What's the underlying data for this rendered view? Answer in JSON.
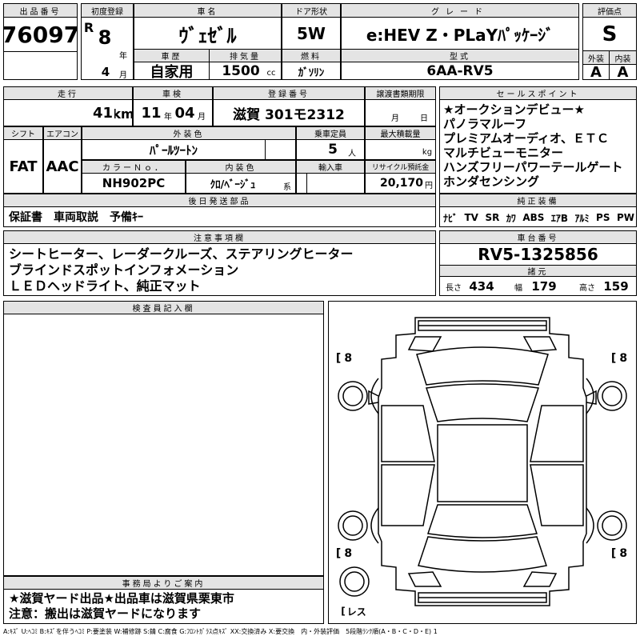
{
  "lot": {
    "header": "出品番号",
    "number": "76097"
  },
  "first_reg": {
    "header": "初度登録",
    "era": "R",
    "year": "8",
    "year_unit": "年",
    "month": "4",
    "month_unit": "月"
  },
  "car_name": {
    "header": "車名",
    "value": "ｳﾞｪｾﾞﾙ"
  },
  "door": {
    "header": "ドア形状",
    "value": "5W"
  },
  "grade": {
    "header": "グレード",
    "value": "e:HEV Z・PLaYﾊﾟｯｹｰｼﾞ"
  },
  "rating": {
    "header": "評価点",
    "value": "S",
    "ext_header": "外装",
    "int_header": "内装",
    "ext": "A",
    "int": "A"
  },
  "usage": {
    "header": "車歴",
    "value": "自家用"
  },
  "displacement": {
    "header": "排気量",
    "value": "1500",
    "unit": "cc"
  },
  "fuel": {
    "header": "燃料",
    "value": "ｶﾞｿﾘﾝ"
  },
  "model": {
    "header": "型式",
    "value": "6AA-RV5"
  },
  "mileage": {
    "header": "走行",
    "value": "41",
    "unit": "km"
  },
  "inspection": {
    "header": "車検",
    "year": "11",
    "year_unit": "年",
    "month": "04",
    "month_unit": "月"
  },
  "plate": {
    "header": "登録番号",
    "value": "滋賀 301モ2312"
  },
  "transfer": {
    "header": "譲渡書類期限",
    "month_unit": "月",
    "day_unit": "日"
  },
  "sales_points": {
    "header": "セールスポイント",
    "items": [
      "★オークションデビュー★",
      "パノラマルーフ",
      "プレミアムオーディオ、ＥＴＣ",
      "マルチビューモニター",
      "ハンズフリーパワーテールゲート",
      "ホンダセンシング"
    ]
  },
  "shift": {
    "header": "シフト",
    "value": "FAT"
  },
  "ac": {
    "header": "エアコン",
    "value": "AAC"
  },
  "ext_color": {
    "header": "外装色",
    "value": "ﾊﾟｰﾙﾂｰﾄﾝ"
  },
  "capacity": {
    "header": "乗車定員",
    "value": "5",
    "unit": "人"
  },
  "load": {
    "header": "最大積載量",
    "unit": "kg"
  },
  "color_no": {
    "header": "カラーＮｏ．",
    "value": "NH902PC"
  },
  "int_color": {
    "header": "内装色",
    "value": "ｸﾛ/ﾍﾞｰｼﾞｭ",
    "unit": "系"
  },
  "import": {
    "header": "輸入車"
  },
  "recycle": {
    "header": "リサイクル預託金",
    "value": "20,170",
    "unit": "円"
  },
  "later_parts": {
    "header": "後日発送部品",
    "value": "保証書　車両取説　予備ｷｰ"
  },
  "equipment": {
    "header": "純正装備",
    "items": [
      "ﾅﾋﾞ",
      "TV",
      "SR",
      "ｶﾜ",
      "ABS",
      "ｴｱB",
      "ｱﾙﾐ",
      "PS",
      "PW"
    ]
  },
  "notes": {
    "header": "注意事項欄",
    "lines": [
      "シートヒーター、レーダークルーズ、ステアリングヒーター",
      "ブラインドスポットインフォメーション",
      "ＬＥＤヘッドライト、純正マット"
    ]
  },
  "chassis": {
    "header": "車台番号",
    "value": "RV5-1325856"
  },
  "specs": {
    "header": "諸元",
    "length_label": "長さ",
    "length": "434",
    "width_label": "幅",
    "width": "179",
    "height_label": "高さ",
    "height": "159"
  },
  "inspector": {
    "header": "検査員記入欄"
  },
  "diagram": {
    "tire_fl": "8",
    "tire_fr": "8",
    "tire_rl": "8",
    "tire_rr": "8",
    "spare": "レス"
  },
  "office": {
    "header": "事務局よりご案内",
    "lines": [
      "★滋賀ヤード出品★出品車は滋賀県栗東市",
      "注意：搬出は滋賀ヤードになります"
    ]
  },
  "legend": "A:ｷｽﾞ U:ﾍｺﾐ B:ｷｽﾞを伴うﾍｺﾐ P:要塗装 W:補修跡 S:錆 C:腐食 G:ﾌﾛﾝﾄｶﾞﾗｽ点ｷｽﾞ XX:交換済み X:要交換　内・外装評価　5段階ﾗﾝｸ順(A・B・C・D・E) 1"
}
